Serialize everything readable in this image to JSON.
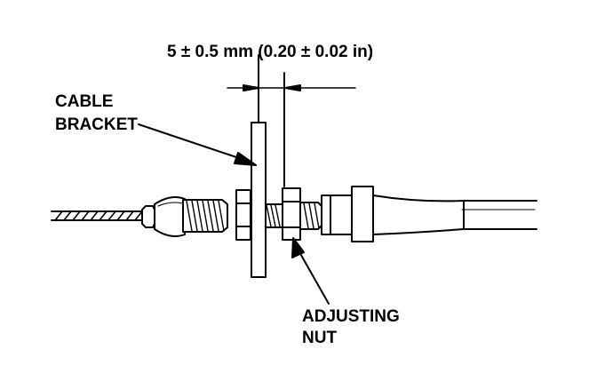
{
  "labels": {
    "dimension": "5 ± 0.5 mm (0.20 ± 0.02 in)",
    "cable_bracket": [
      "CABLE",
      "BRACKET"
    ],
    "adjusting_nut": [
      "ADJUSTING",
      "NUT"
    ]
  },
  "colors": {
    "ink": "#000000",
    "paper": "#ffffff"
  }
}
